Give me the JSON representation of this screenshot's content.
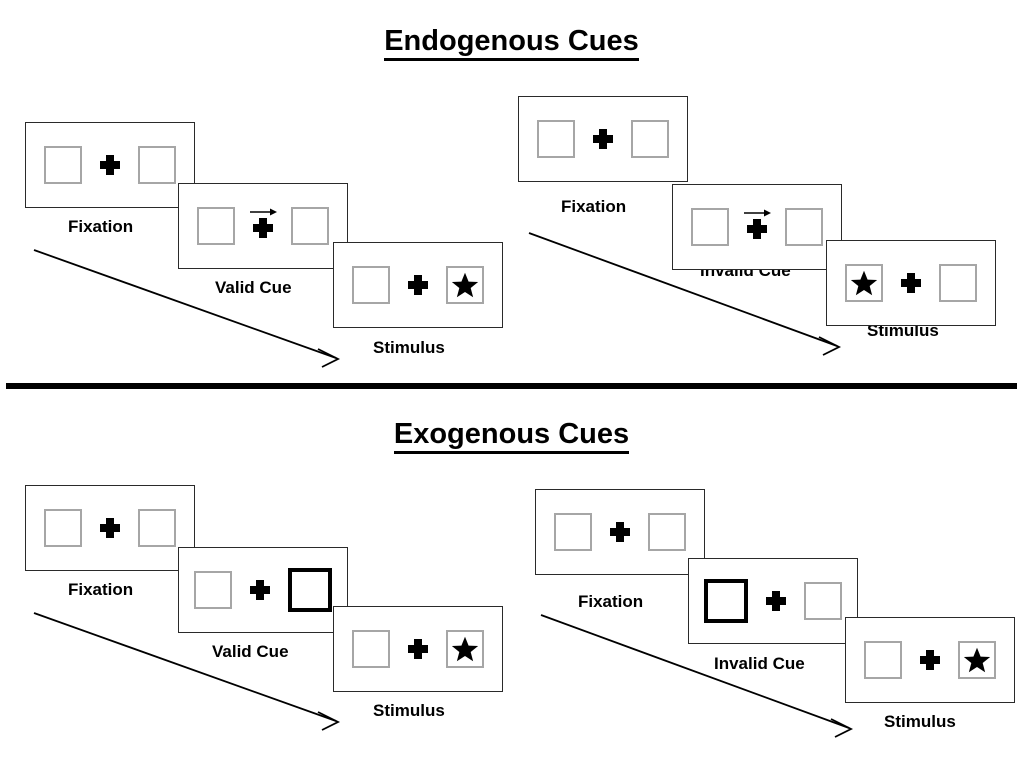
{
  "figure": {
    "sections": [
      {
        "id": "endogenous",
        "title": "Endogenous Cues",
        "cue_type": "arrow",
        "columns": [
          {
            "id": "endogenous-valid",
            "validity": "valid",
            "panels": [
              {
                "caption": "Fixation",
                "type": "fixation",
                "cue_side": "none",
                "target_side": "none"
              },
              {
                "caption": "Valid Cue",
                "type": "cue",
                "cue_side": "right",
                "target_side": "none"
              },
              {
                "caption": "Stimulus",
                "type": "stimulus",
                "cue_side": "none",
                "target_side": "right"
              }
            ]
          },
          {
            "id": "endogenous-invalid",
            "validity": "invalid",
            "panels": [
              {
                "caption": "Fixation",
                "type": "fixation",
                "cue_side": "none",
                "target_side": "none"
              },
              {
                "caption": "Invalid Cue",
                "type": "cue",
                "cue_side": "right",
                "target_side": "none"
              },
              {
                "caption": "Stimulus",
                "type": "stimulus",
                "cue_side": "none",
                "target_side": "left"
              }
            ]
          }
        ]
      },
      {
        "id": "exogenous",
        "title": "Exogenous Cues",
        "cue_type": "box-highlight",
        "columns": [
          {
            "id": "exogenous-valid",
            "validity": "valid",
            "panels": [
              {
                "caption": "Fixation",
                "type": "fixation",
                "cue_side": "none",
                "target_side": "none"
              },
              {
                "caption": "Valid Cue",
                "type": "cue",
                "cue_side": "right",
                "target_side": "none"
              },
              {
                "caption": "Stimulus",
                "type": "stimulus",
                "cue_side": "none",
                "target_side": "right"
              }
            ]
          },
          {
            "id": "exogenous-invalid",
            "validity": "invalid",
            "panels": [
              {
                "caption": "Fixation",
                "type": "fixation",
                "cue_side": "none",
                "target_side": "none"
              },
              {
                "caption": "Invalid Cue",
                "type": "cue",
                "cue_side": "left",
                "target_side": "none"
              },
              {
                "caption": "Stimulus",
                "type": "stimulus",
                "cue_side": "none",
                "target_side": "right"
              }
            ]
          }
        ]
      }
    ],
    "colors": {
      "box_outline": "#a6a6a6",
      "cued_box_outline": "#000000",
      "panel_outline": "#2a2a2a",
      "ink": "#000000",
      "background": "#ffffff"
    },
    "icons": {
      "fixation": "plus-icon",
      "target": "star-icon",
      "endogenous_cue": "right-arrow-icon",
      "flow": "time-flow-arrow-icon"
    }
  }
}
